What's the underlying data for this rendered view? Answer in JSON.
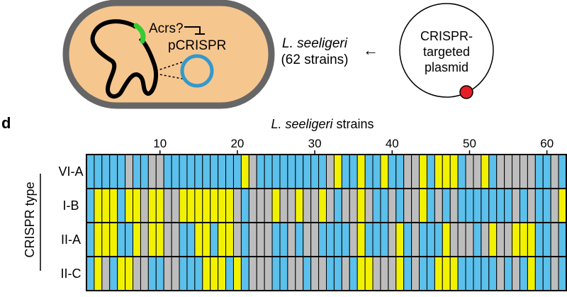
{
  "schematic": {
    "acrs_label": "Acrs?",
    "plasmid_label": "pCRISPR",
    "species": "L. seeligeri",
    "strain_count": "(62 strains)",
    "arrow_glyph": "←",
    "targeted_plasmid_lines": [
      "CRISPR-",
      "targeted",
      "plasmid"
    ]
  },
  "panel_label": "d",
  "chart_data": {
    "type": "heatmap",
    "title_italic": "L. seeligeri",
    "title_rest": " strains",
    "ylabel": "CRISPR type",
    "x_ticks": [
      10,
      20,
      30,
      40,
      50,
      60
    ],
    "n_strains": 62,
    "legend": [],
    "colors": {
      "blue": "#5bc0eb",
      "yellow": "#f2f200",
      "gray": "#bdbdbd",
      "green": "#39a845"
    },
    "rows": [
      {
        "name": "VI-A",
        "cells": "BBBBBGBBGGBBBBBBBBBBYGBBBBBBBBBGYBBYBBYBBGGYBYYYBGGYBGGGGGBBGB"
      },
      {
        "name": "I-B",
        "cells": "BYYYBYYGYYGGYYYYYYYGBGGGYGGYGGYGBGGYGBBGBGGYBGBGBBBBBBBGBGBBGY"
      },
      {
        "name": "II-A",
        "cells": "BYYYBBYGYYGGBBYYBYYGBGGGBBGBGGBBBBGYBBBGYBGBBBYGGGBGYGGYYYBBGB"
      },
      {
        "name": "II-C",
        "cells": "BYGBYYGGBBGGBBBYYYBYBGGGBBGGBGGBBGBYYGGGYBGBBYYYBBBBBGBGBYBBGB"
      }
    ]
  }
}
